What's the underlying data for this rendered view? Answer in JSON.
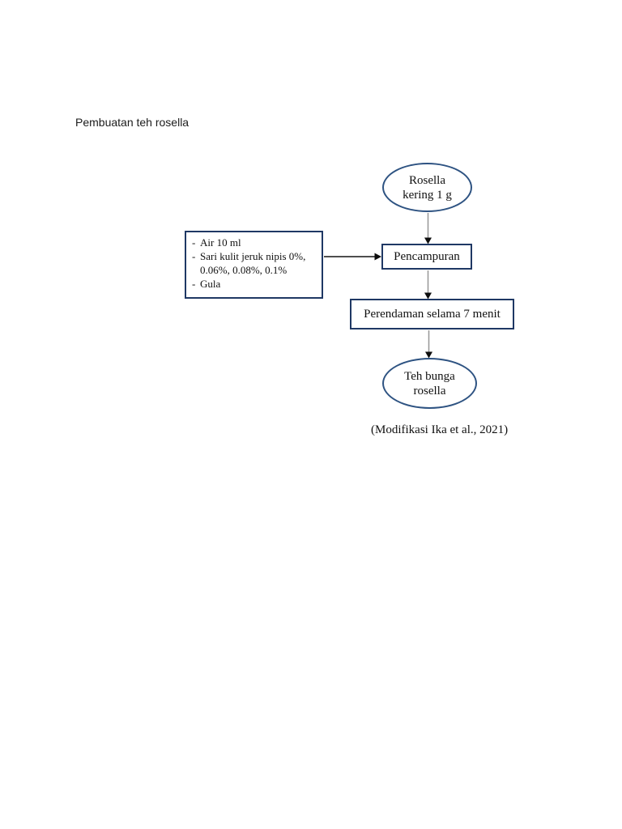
{
  "page": {
    "heading": "Pembuatan teh rosella",
    "citation": "(Modifikasi Ika et al., 2021)"
  },
  "flowchart": {
    "start_node": {
      "lines": [
        "Rosella",
        "kering 1 g"
      ]
    },
    "ingredients_box": {
      "bullet": "-",
      "items": [
        {
          "lines": [
            "Air 10 ml"
          ]
        },
        {
          "lines": [
            "Sari kulit jeruk nipis 0%,",
            "0.06%, 0.08%, 0.1%"
          ]
        },
        {
          "lines": [
            "Gula"
          ]
        }
      ]
    },
    "process_nodes": [
      {
        "label": "Pencampuran"
      },
      {
        "label": "Perendaman selama 7 menit"
      }
    ],
    "end_node": {
      "lines": [
        "Teh bunga",
        "rosella"
      ]
    },
    "connectors": [
      {
        "name": "start-to-pencampuran",
        "direction": "down"
      },
      {
        "name": "ingredients-to-pencampuran",
        "direction": "right"
      },
      {
        "name": "pencampuran-to-perendaman",
        "direction": "down"
      },
      {
        "name": "perendaman-to-end",
        "direction": "down"
      }
    ],
    "colors": {
      "rect_border": "#1f3864",
      "ellipse_border": "#2e5382",
      "connector_gray": "#969696",
      "arrow_black": "#0d0d0d",
      "text": "#111111"
    }
  }
}
